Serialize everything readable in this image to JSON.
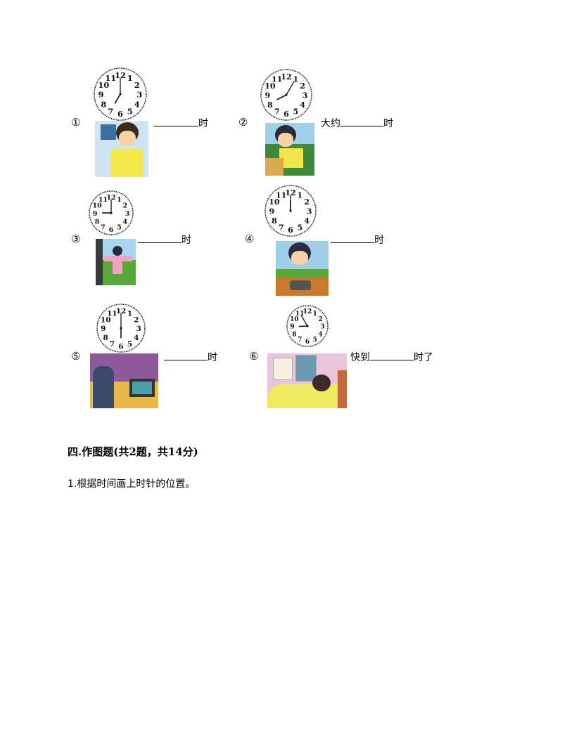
{
  "items": [
    {
      "marker": "①",
      "prefix": "",
      "suffix": "时",
      "hour": 7,
      "minute": 0
    },
    {
      "marker": "②",
      "prefix": "大约",
      "suffix": "时",
      "hour": 8,
      "minute": 5
    },
    {
      "marker": "③",
      "prefix": "",
      "suffix": "时",
      "hour": 9,
      "minute": 0
    },
    {
      "marker": "④",
      "prefix": "",
      "suffix": "时",
      "hour": 12,
      "minute": 0
    },
    {
      "marker": "⑤",
      "prefix": "",
      "suffix": "时",
      "hour": 6,
      "minute": 0
    },
    {
      "marker": "⑥",
      "prefix": "快到",
      "suffix": "时了",
      "hour": 8,
      "minute": 55
    }
  ],
  "section_heading": "四.作图题(共2题，共14分)",
  "question": "1.根据时间画上时针的位置。"
}
